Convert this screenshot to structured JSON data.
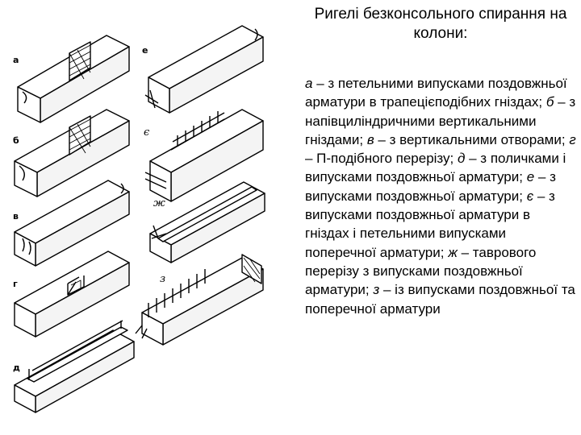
{
  "title": "Ригелі безконсольного спирання на колони:",
  "captions": [
    {
      "letter": "а",
      "text": " – з петельними випусками поздовжньої арматури в трапецієподібних гніздах;"
    },
    {
      "letter": "б",
      "text": " – з напівциліндричними вертикальними гніздами;"
    },
    {
      "letter": "в",
      "text": " – з вертикальними отворами;"
    },
    {
      "letter": "г",
      "text": " – П-подібного перерізу;"
    },
    {
      "letter": "д",
      "text": " – з поличками і випусками поздовжньої арматури;"
    },
    {
      "letter": "е",
      "text": " – з випусками поздовжньої арматури;"
    },
    {
      "letter": "є",
      "text": " – з випусками поздовжньої арматури в гніздах і петельними випусками поперечної арматури;"
    },
    {
      "letter": "ж",
      "text": " – таврового перерізу з випусками поздовжньої арматури;"
    },
    {
      "letter": "з",
      "text": " – із випусками поздовжньої та поперечної арматури"
    }
  ],
  "figure_labels": {
    "a": "а",
    "b": "б",
    "v1": "в",
    "g": "г",
    "d": "д",
    "e": "е",
    "ye": "є",
    "zh": "ж",
    "z": "з"
  }
}
